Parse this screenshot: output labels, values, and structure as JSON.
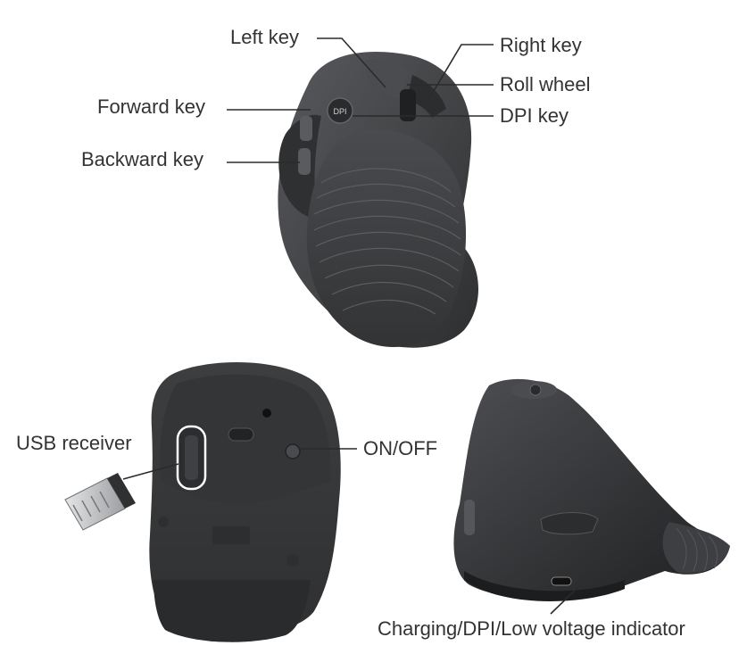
{
  "labels": {
    "left_key": "Left key",
    "right_key": "Right key",
    "roll_wheel": "Roll wheel",
    "dpi_key": "DPI key",
    "forward_key": "Forward key",
    "backward_key": "Backward key",
    "usb_receiver": "USB receiver",
    "on_off": "ON/OFF",
    "charging_indicator": "Charging/DPI/Low voltage indicator"
  },
  "button_text": {
    "dpi": "DPI"
  },
  "colors": {
    "mouse_body": "#3a3b3d",
    "mouse_dark": "#2a2b2d",
    "leader_line": "#2b2b2b",
    "receiver_metal": "#c9cbcd",
    "highlight_ring": "#ffffff"
  }
}
